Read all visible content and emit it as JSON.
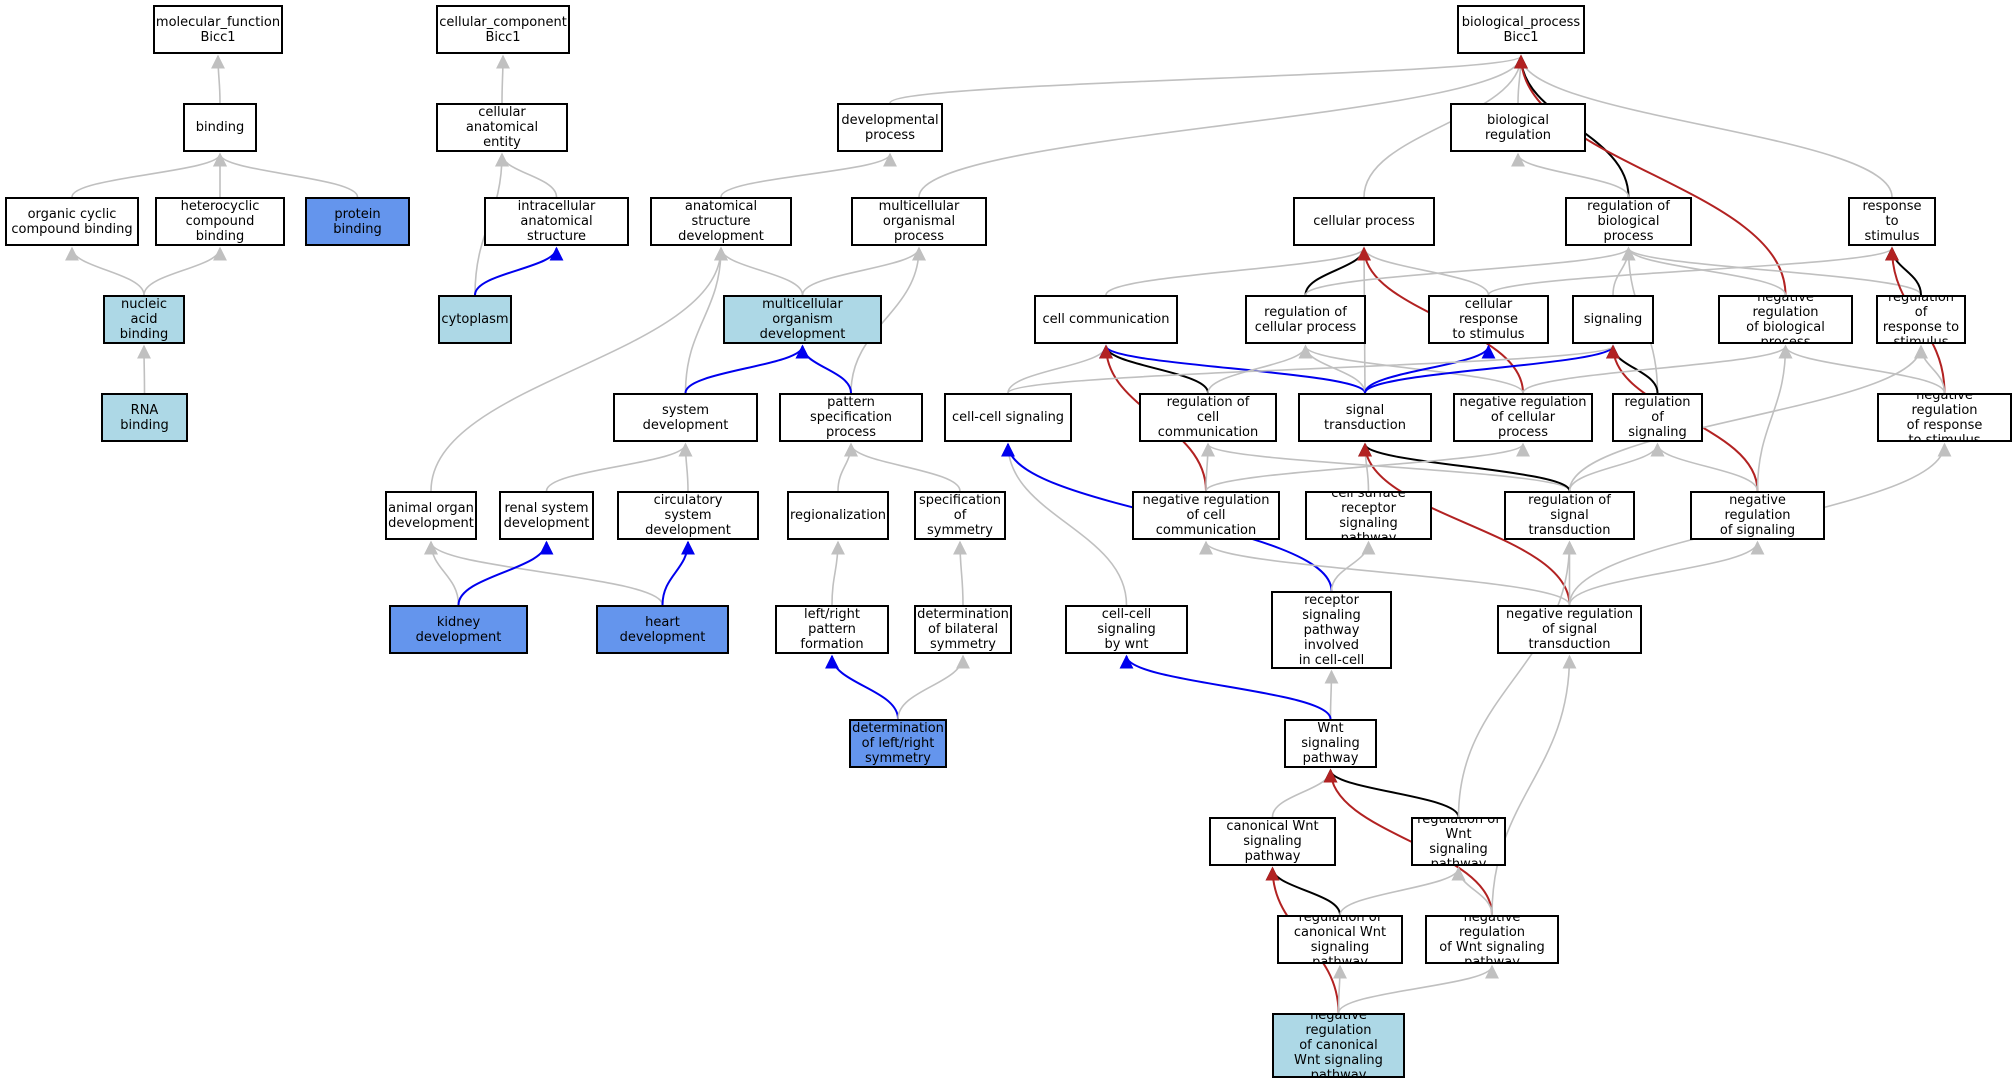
{
  "colors": {
    "is_a": "#c0c0c0",
    "part_of": "#0000ee",
    "regulates": "#000000",
    "negatively_regulates": "#b22222",
    "node_default": "#ffffff",
    "node_light": "#add8e6",
    "node_highlight": "#6495ed"
  },
  "nodes": [
    {
      "id": "mf",
      "label": "molecular_function\nBicc1",
      "fill": "white"
    },
    {
      "id": "cc",
      "label": "cellular_component\nBicc1",
      "fill": "white"
    },
    {
      "id": "bp",
      "label": "biological_process\nBicc1",
      "fill": "white"
    },
    {
      "id": "binding",
      "label": "binding",
      "fill": "white"
    },
    {
      "id": "cae",
      "label": "cellular anatomical\nentity",
      "fill": "white"
    },
    {
      "id": "devproc",
      "label": "developmental\nprocess",
      "fill": "white"
    },
    {
      "id": "bioreg",
      "label": "biological regulation",
      "fill": "white"
    },
    {
      "id": "occb",
      "label": "organic cyclic\ncompound binding",
      "fill": "white"
    },
    {
      "id": "hcb",
      "label": "heterocyclic\ncompound binding",
      "fill": "white"
    },
    {
      "id": "protbind",
      "label": "protein binding",
      "fill": "blue"
    },
    {
      "id": "ias",
      "label": "intracellular\nanatomical structure",
      "fill": "white"
    },
    {
      "id": "asd",
      "label": "anatomical structure\ndevelopment",
      "fill": "white"
    },
    {
      "id": "mop",
      "label": "multicellular\norganismal process",
      "fill": "white"
    },
    {
      "id": "cellproc",
      "label": "cellular process",
      "fill": "white"
    },
    {
      "id": "regbp",
      "label": "regulation of\nbiological process",
      "fill": "white"
    },
    {
      "id": "resp",
      "label": "response to\nstimulus",
      "fill": "white"
    },
    {
      "id": "nab",
      "label": "nucleic acid\nbinding",
      "fill": "light"
    },
    {
      "id": "cyto",
      "label": "cytoplasm",
      "fill": "light"
    },
    {
      "id": "mod",
      "label": "multicellular\norganism development",
      "fill": "light"
    },
    {
      "id": "cellcomm",
      "label": "cell communication",
      "fill": "white"
    },
    {
      "id": "regcp",
      "label": "regulation of\ncellular process",
      "fill": "white"
    },
    {
      "id": "crs",
      "label": "cellular response\nto stimulus",
      "fill": "white"
    },
    {
      "id": "signaling",
      "label": "signaling",
      "fill": "white"
    },
    {
      "id": "nrbp",
      "label": "negative regulation\nof biological\nprocess",
      "fill": "white"
    },
    {
      "id": "regresp",
      "label": "regulation of\nresponse to\nstimulus",
      "fill": "white"
    },
    {
      "id": "rnab",
      "label": "RNA binding",
      "fill": "light"
    },
    {
      "id": "sysdev",
      "label": "system development",
      "fill": "white"
    },
    {
      "id": "psp",
      "label": "pattern specification\nprocess",
      "fill": "white"
    },
    {
      "id": "ccs",
      "label": "cell-cell signaling",
      "fill": "white"
    },
    {
      "id": "regcc",
      "label": "regulation of\ncell communication",
      "fill": "white"
    },
    {
      "id": "st",
      "label": "signal transduction",
      "fill": "white"
    },
    {
      "id": "nrcp",
      "label": "negative regulation\nof cellular\nprocess",
      "fill": "white"
    },
    {
      "id": "regsig",
      "label": "regulation of\nsignaling",
      "fill": "white"
    },
    {
      "id": "nrrs",
      "label": "negative regulation\nof response\nto stimulus",
      "fill": "white"
    },
    {
      "id": "aod",
      "label": "animal organ\ndevelopment",
      "fill": "white"
    },
    {
      "id": "rsd",
      "label": "renal system\ndevelopment",
      "fill": "white"
    },
    {
      "id": "csd",
      "label": "circulatory\nsystem development",
      "fill": "white"
    },
    {
      "id": "regionalization",
      "label": "regionalization",
      "fill": "white"
    },
    {
      "id": "sos",
      "label": "specification\nof symmetry",
      "fill": "white"
    },
    {
      "id": "nrcc",
      "label": "negative regulation\nof cell communication",
      "fill": "white"
    },
    {
      "id": "csrsp",
      "label": "cell surface\nreceptor signaling\npathway",
      "fill": "white"
    },
    {
      "id": "regst",
      "label": "regulation of\nsignal transduction",
      "fill": "white"
    },
    {
      "id": "nrs",
      "label": "negative regulation\nof signaling",
      "fill": "white"
    },
    {
      "id": "kd",
      "label": "kidney development",
      "fill": "blue"
    },
    {
      "id": "hd",
      "label": "heart development",
      "fill": "blue"
    },
    {
      "id": "lrpf",
      "label": "left/right pattern\nformation",
      "fill": "white"
    },
    {
      "id": "dbs",
      "label": "determination\nof bilateral\nsymmetry",
      "fill": "white"
    },
    {
      "id": "ccsw",
      "label": "cell-cell signaling\nby wnt",
      "fill": "white"
    },
    {
      "id": "csrspcc",
      "label": "cell surface\nreceptor signaling\npathway involved\nin cell-cell\nsignaling",
      "fill": "white"
    },
    {
      "id": "nrst",
      "label": "negative regulation\nof signal transduction",
      "fill": "white"
    },
    {
      "id": "dlrs",
      "label": "determination\nof left/right\nsymmetry",
      "fill": "blue"
    },
    {
      "id": "wsp",
      "label": "Wnt signaling\npathway",
      "fill": "white"
    },
    {
      "id": "cwsp",
      "label": "canonical Wnt\nsignaling pathway",
      "fill": "white"
    },
    {
      "id": "rwsp",
      "label": "regulation of\nWnt signaling\npathway",
      "fill": "white"
    },
    {
      "id": "rcwsp",
      "label": "regulation of\ncanonical Wnt\nsignaling pathway",
      "fill": "white"
    },
    {
      "id": "nrwsp",
      "label": "negative regulation\nof Wnt signaling\npathway",
      "fill": "white"
    },
    {
      "id": "nrcwsp",
      "label": "negative regulation\nof canonical\nWnt signaling\npathway",
      "fill": "light"
    }
  ],
  "edges": [
    {
      "from": "binding",
      "to": "mf",
      "type": "is_a"
    },
    {
      "from": "cae",
      "to": "cc",
      "type": "is_a"
    },
    {
      "from": "occb",
      "to": "binding",
      "type": "is_a"
    },
    {
      "from": "hcb",
      "to": "binding",
      "type": "is_a"
    },
    {
      "from": "protbind",
      "to": "binding",
      "type": "is_a"
    },
    {
      "from": "nab",
      "to": "occb",
      "type": "is_a"
    },
    {
      "from": "nab",
      "to": "hcb",
      "type": "is_a"
    },
    {
      "from": "rnab",
      "to": "nab",
      "type": "is_a"
    },
    {
      "from": "ias",
      "to": "cae",
      "type": "is_a"
    },
    {
      "from": "cyto",
      "to": "cae",
      "type": "is_a"
    },
    {
      "from": "cyto",
      "to": "ias",
      "type": "part_of"
    },
    {
      "from": "devproc",
      "to": "bp",
      "type": "is_a"
    },
    {
      "from": "bioreg",
      "to": "bp",
      "type": "is_a"
    },
    {
      "from": "mop",
      "to": "bp",
      "type": "is_a"
    },
    {
      "from": "cellproc",
      "to": "bp",
      "type": "is_a"
    },
    {
      "from": "resp",
      "to": "bp",
      "type": "is_a"
    },
    {
      "from": "regbp",
      "to": "bp",
      "type": "regulates"
    },
    {
      "from": "nrbp",
      "to": "bp",
      "type": "negatively_regulates"
    },
    {
      "from": "asd",
      "to": "devproc",
      "type": "is_a"
    },
    {
      "from": "regbp",
      "to": "bioreg",
      "type": "is_a"
    },
    {
      "from": "mod",
      "to": "asd",
      "type": "is_a"
    },
    {
      "from": "mod",
      "to": "mop",
      "type": "is_a"
    },
    {
      "from": "sysdev",
      "to": "asd",
      "type": "is_a"
    },
    {
      "from": "aod",
      "to": "asd",
      "type": "is_a"
    },
    {
      "from": "psp",
      "to": "mop",
      "type": "is_a"
    },
    {
      "from": "sysdev",
      "to": "mod",
      "type": "part_of"
    },
    {
      "from": "psp",
      "to": "mod",
      "type": "part_of"
    },
    {
      "from": "cellcomm",
      "to": "cellproc",
      "type": "is_a"
    },
    {
      "from": "regcp",
      "to": "cellproc",
      "type": "regulates"
    },
    {
      "from": "crs",
      "to": "cellproc",
      "type": "is_a"
    },
    {
      "from": "st",
      "to": "cellproc",
      "type": "is_a"
    },
    {
      "from": "nrcp",
      "to": "cellproc",
      "type": "negatively_regulates"
    },
    {
      "from": "regcp",
      "to": "regbp",
      "type": "is_a"
    },
    {
      "from": "signaling",
      "to": "regbp",
      "type": "is_a"
    },
    {
      "from": "nrbp",
      "to": "regbp",
      "type": "is_a"
    },
    {
      "from": "regresp",
      "to": "regbp",
      "type": "is_a"
    },
    {
      "from": "regsig",
      "to": "regbp",
      "type": "is_a"
    },
    {
      "from": "crs",
      "to": "resp",
      "type": "is_a"
    },
    {
      "from": "regresp",
      "to": "resp",
      "type": "regulates"
    },
    {
      "from": "nrrs",
      "to": "resp",
      "type": "negatively_regulates"
    },
    {
      "from": "ccs",
      "to": "cellcomm",
      "type": "is_a"
    },
    {
      "from": "regcc",
      "to": "cellcomm",
      "type": "regulates"
    },
    {
      "from": "st",
      "to": "cellcomm",
      "type": "part_of"
    },
    {
      "from": "nrcc",
      "to": "cellcomm",
      "type": "negatively_regulates"
    },
    {
      "from": "regcc",
      "to": "regcp",
      "type": "is_a"
    },
    {
      "from": "st",
      "to": "regcp",
      "type": "is_a"
    },
    {
      "from": "nrcp",
      "to": "regcp",
      "type": "is_a"
    },
    {
      "from": "st",
      "to": "crs",
      "type": "part_of"
    },
    {
      "from": "st",
      "to": "signaling",
      "type": "part_of"
    },
    {
      "from": "ccs",
      "to": "signaling",
      "type": "is_a"
    },
    {
      "from": "regsig",
      "to": "signaling",
      "type": "regulates"
    },
    {
      "from": "nrs",
      "to": "signaling",
      "type": "negatively_regulates"
    },
    {
      "from": "nrcp",
      "to": "nrbp",
      "type": "is_a"
    },
    {
      "from": "nrrs",
      "to": "nrbp",
      "type": "is_a"
    },
    {
      "from": "nrs",
      "to": "nrbp",
      "type": "is_a"
    },
    {
      "from": "nrrs",
      "to": "regresp",
      "type": "is_a"
    },
    {
      "from": "regst",
      "to": "regresp",
      "type": "is_a"
    },
    {
      "from": "rsd",
      "to": "sysdev",
      "type": "is_a"
    },
    {
      "from": "csd",
      "to": "sysdev",
      "type": "is_a"
    },
    {
      "from": "regionalization",
      "to": "psp",
      "type": "is_a"
    },
    {
      "from": "sos",
      "to": "psp",
      "type": "is_a"
    },
    {
      "from": "ccsw",
      "to": "ccs",
      "type": "is_a"
    },
    {
      "from": "csrspcc",
      "to": "ccs",
      "type": "part_of"
    },
    {
      "from": "nrcc",
      "to": "regcc",
      "type": "is_a"
    },
    {
      "from": "regst",
      "to": "regcc",
      "type": "is_a"
    },
    {
      "from": "csrsp",
      "to": "st",
      "type": "is_a"
    },
    {
      "from": "regst",
      "to": "st",
      "type": "regulates"
    },
    {
      "from": "nrst",
      "to": "st",
      "type": "negatively_regulates"
    },
    {
      "from": "nrcc",
      "to": "nrcp",
      "type": "is_a"
    },
    {
      "from": "regst",
      "to": "regsig",
      "type": "is_a"
    },
    {
      "from": "nrs",
      "to": "regsig",
      "type": "is_a"
    },
    {
      "from": "nrst",
      "to": "nrrs",
      "type": "is_a"
    },
    {
      "from": "kd",
      "to": "aod",
      "type": "is_a"
    },
    {
      "from": "hd",
      "to": "aod",
      "type": "is_a"
    },
    {
      "from": "kd",
      "to": "rsd",
      "type": "part_of"
    },
    {
      "from": "hd",
      "to": "csd",
      "type": "part_of"
    },
    {
      "from": "lrpf",
      "to": "regionalization",
      "type": "is_a"
    },
    {
      "from": "dbs",
      "to": "sos",
      "type": "is_a"
    },
    {
      "from": "csrspcc",
      "to": "csrsp",
      "type": "is_a"
    },
    {
      "from": "nrst",
      "to": "nrcc",
      "type": "is_a"
    },
    {
      "from": "nrst",
      "to": "regst",
      "type": "is_a"
    },
    {
      "from": "nrst",
      "to": "nrs",
      "type": "is_a"
    },
    {
      "from": "dlrs",
      "to": "lrpf",
      "type": "part_of"
    },
    {
      "from": "dlrs",
      "to": "dbs",
      "type": "is_a"
    },
    {
      "from": "wsp",
      "to": "csrspcc",
      "type": "is_a"
    },
    {
      "from": "wsp",
      "to": "ccsw",
      "type": "part_of"
    },
    {
      "from": "cwsp",
      "to": "wsp",
      "type": "is_a"
    },
    {
      "from": "rwsp",
      "to": "wsp",
      "type": "regulates"
    },
    {
      "from": "nrwsp",
      "to": "wsp",
      "type": "negatively_regulates"
    },
    {
      "from": "rwsp",
      "to": "regst",
      "type": "is_a"
    },
    {
      "from": "rcwsp",
      "to": "cwsp",
      "type": "regulates"
    },
    {
      "from": "nrcwsp",
      "to": "cwsp",
      "type": "negatively_regulates"
    },
    {
      "from": "rcwsp",
      "to": "rwsp",
      "type": "is_a"
    },
    {
      "from": "nrwsp",
      "to": "rwsp",
      "type": "is_a"
    },
    {
      "from": "nrwsp",
      "to": "nrst",
      "type": "is_a"
    },
    {
      "from": "nrcwsp",
      "to": "rcwsp",
      "type": "is_a"
    },
    {
      "from": "nrcwsp",
      "to": "nrwsp",
      "type": "is_a"
    }
  ]
}
